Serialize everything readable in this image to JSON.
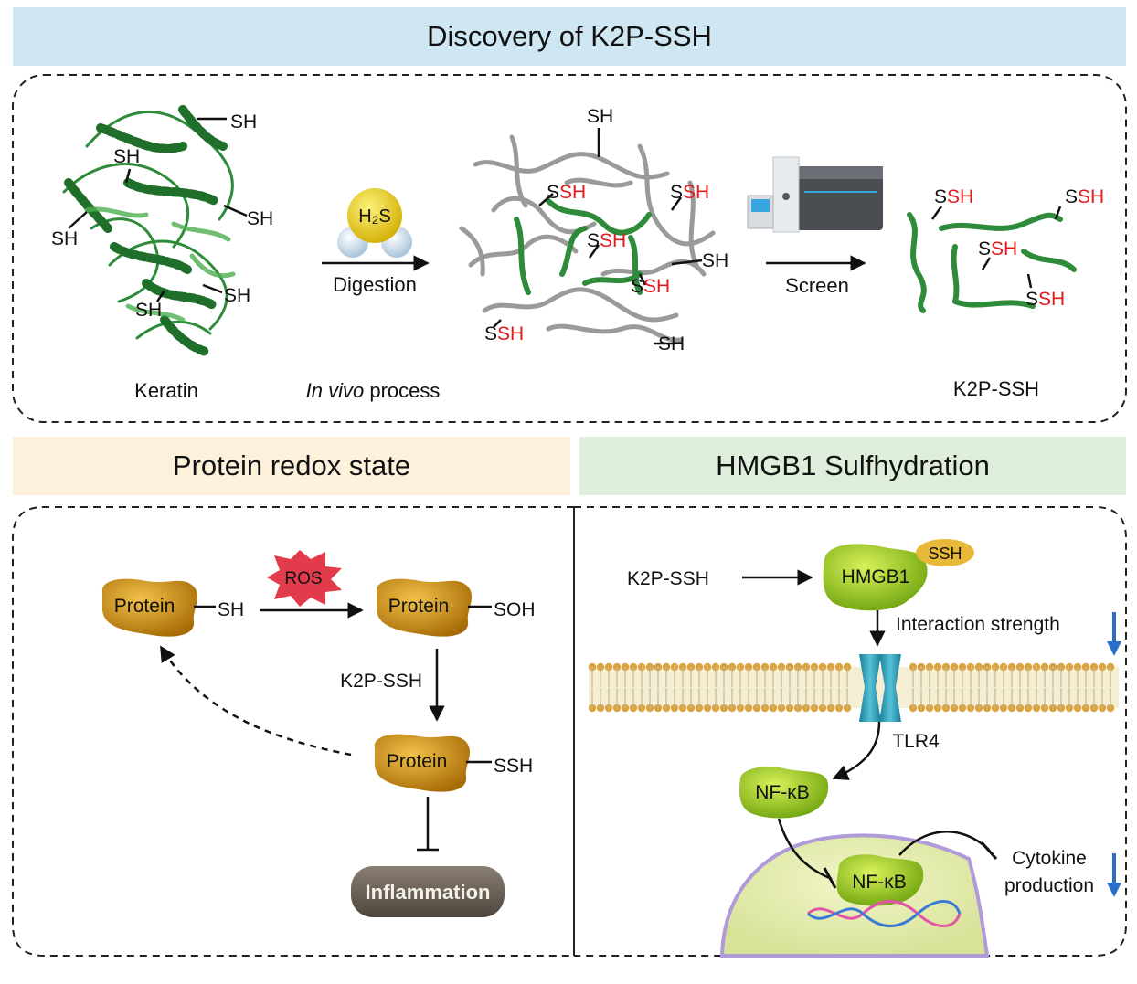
{
  "sections": {
    "discovery_title": "Discovery of K2P-SSH",
    "redox_title": "Protein redox state",
    "hmgb1_title": "HMGB1 Sulfhydration"
  },
  "discovery": {
    "keratin_label": "Keratin",
    "in_vivo_italic": "In vivo",
    "in_vivo_rest": " process",
    "h2s_label": "H₂S",
    "digestion_label": "Digestion",
    "screen_label": "Screen",
    "k2p_ssh_label": "K2P-SSH",
    "sh": "SH",
    "s": "S"
  },
  "redox": {
    "protein_label": "Protein",
    "sh": "SH",
    "soh": "SOH",
    "ssh": "SSH",
    "ros_label": "ROS",
    "k2p_ssh_label": "K2P-SSH",
    "inflammation_label": "Inflammation"
  },
  "hmgb1": {
    "k2p_ssh_label": "K2P-SSH",
    "hmgb1_label": "HMGB1",
    "ssh_badge": "SSH",
    "interaction_label": "Interaction strength",
    "tlr4_label": "TLR4",
    "nfkb_label": "NF-κB",
    "cytokine_line1": "Cytokine",
    "cytokine_line2": "production"
  },
  "colors": {
    "helix_green": "#2e8b3a",
    "peptide_grey": "#9a9a9a",
    "ssh_red": "#e11b1b",
    "protein_gold": "#c98a12",
    "hmgb1_green": "#9acd1a",
    "membrane_gold": "#d9a441",
    "tlr4_teal": "#2a9bb5",
    "arrow_blue": "#2a6fc7"
  }
}
